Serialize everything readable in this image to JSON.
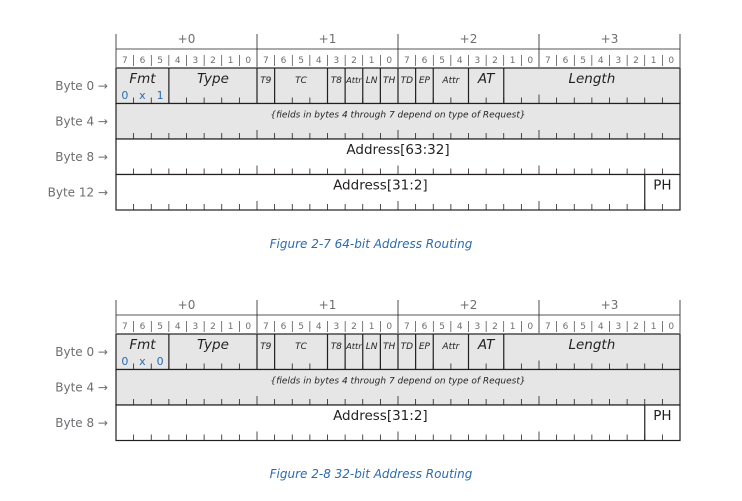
{
  "colors": {
    "grid": "#231f20",
    "header_fill": "#e6e6e6",
    "blue": "#2a6bb0",
    "label": "#6d6e71"
  },
  "figures": [
    {
      "offsets": [
        "+0",
        "+1",
        "+2",
        "+3"
      ],
      "rows": [
        {
          "label": "Byte 0 →",
          "shaded": true,
          "fields": [
            {
              "text": "Fmt",
              "from": 0,
              "to": 3,
              "italic": true,
              "size": "big"
            },
            {
              "text": "Type",
              "from": 3,
              "to": 8,
              "italic": true,
              "size": "big"
            },
            {
              "text": "T9",
              "from": 8,
              "to": 9,
              "italic": true,
              "size": "small"
            },
            {
              "text": "TC",
              "from": 9,
              "to": 12,
              "italic": true,
              "size": "small"
            },
            {
              "text": "T8",
              "from": 12,
              "to": 13,
              "italic": true,
              "size": "small"
            },
            {
              "text": "Attr",
              "from": 13,
              "to": 14,
              "italic": true,
              "size": "tiny"
            },
            {
              "text": "LN",
              "from": 14,
              "to": 15,
              "italic": true,
              "size": "small"
            },
            {
              "text": "TH",
              "from": 15,
              "to": 16,
              "italic": true,
              "size": "small"
            },
            {
              "text": "TD",
              "from": 16,
              "to": 17,
              "italic": true,
              "size": "small"
            },
            {
              "text": "EP",
              "from": 17,
              "to": 18,
              "italic": true,
              "size": "small"
            },
            {
              "text": "Attr",
              "from": 18,
              "to": 20,
              "italic": true,
              "size": "small"
            },
            {
              "text": "AT",
              "from": 20,
              "to": 22,
              "italic": true,
              "size": "big"
            },
            {
              "text": "Length",
              "from": 22,
              "to": 32,
              "italic": true,
              "size": "big"
            }
          ],
          "fmt_value": [
            "0",
            "x",
            "1"
          ]
        },
        {
          "label": "Byte 4 →",
          "shaded": true,
          "fields": [
            {
              "text": "{fields in bytes 4 through 7 depend on type of Request}",
              "from": 0,
              "to": 32,
              "italic": true,
              "size": "note"
            }
          ]
        },
        {
          "label": "Byte 8 →",
          "shaded": false,
          "fields": [
            {
              "text": "Address[63:32]",
              "from": 0,
              "to": 32,
              "italic": false,
              "size": "big"
            }
          ]
        },
        {
          "label": "Byte 12 →",
          "shaded": false,
          "fields": [
            {
              "text": "Address[31:2]",
              "from": 0,
              "to": 30,
              "italic": false,
              "size": "big"
            },
            {
              "text": "PH",
              "from": 30,
              "to": 32,
              "italic": false,
              "size": "big"
            }
          ]
        }
      ],
      "caption": "Figure  2-7  64-bit Address Routing"
    },
    {
      "offsets": [
        "+0",
        "+1",
        "+2",
        "+3"
      ],
      "rows": [
        {
          "label": "Byte 0 →",
          "shaded": true,
          "fields": [
            {
              "text": "Fmt",
              "from": 0,
              "to": 3,
              "italic": true,
              "size": "big"
            },
            {
              "text": "Type",
              "from": 3,
              "to": 8,
              "italic": true,
              "size": "big"
            },
            {
              "text": "T9",
              "from": 8,
              "to": 9,
              "italic": true,
              "size": "small"
            },
            {
              "text": "TC",
              "from": 9,
              "to": 12,
              "italic": true,
              "size": "small"
            },
            {
              "text": "T8",
              "from": 12,
              "to": 13,
              "italic": true,
              "size": "small"
            },
            {
              "text": "Attr",
              "from": 13,
              "to": 14,
              "italic": true,
              "size": "tiny"
            },
            {
              "text": "LN",
              "from": 14,
              "to": 15,
              "italic": true,
              "size": "small"
            },
            {
              "text": "TH",
              "from": 15,
              "to": 16,
              "italic": true,
              "size": "small"
            },
            {
              "text": "TD",
              "from": 16,
              "to": 17,
              "italic": true,
              "size": "small"
            },
            {
              "text": "EP",
              "from": 17,
              "to": 18,
              "italic": true,
              "size": "small"
            },
            {
              "text": "Attr",
              "from": 18,
              "to": 20,
              "italic": true,
              "size": "small"
            },
            {
              "text": "AT",
              "from": 20,
              "to": 22,
              "italic": true,
              "size": "big"
            },
            {
              "text": "Length",
              "from": 22,
              "to": 32,
              "italic": true,
              "size": "big"
            }
          ],
          "fmt_value": [
            "0",
            "x",
            "0"
          ]
        },
        {
          "label": "Byte 4 →",
          "shaded": true,
          "fields": [
            {
              "text": "{fields in bytes 4 through 7 depend on type of Request}",
              "from": 0,
              "to": 32,
              "italic": true,
              "size": "note"
            }
          ]
        },
        {
          "label": "Byte 8 →",
          "shaded": false,
          "fields": [
            {
              "text": "Address[31:2]",
              "from": 0,
              "to": 30,
              "italic": false,
              "size": "big"
            },
            {
              "text": "PH",
              "from": 30,
              "to": 32,
              "italic": false,
              "size": "big"
            }
          ]
        }
      ],
      "caption": "Figure  2-8  32-bit Address Routing"
    }
  ]
}
